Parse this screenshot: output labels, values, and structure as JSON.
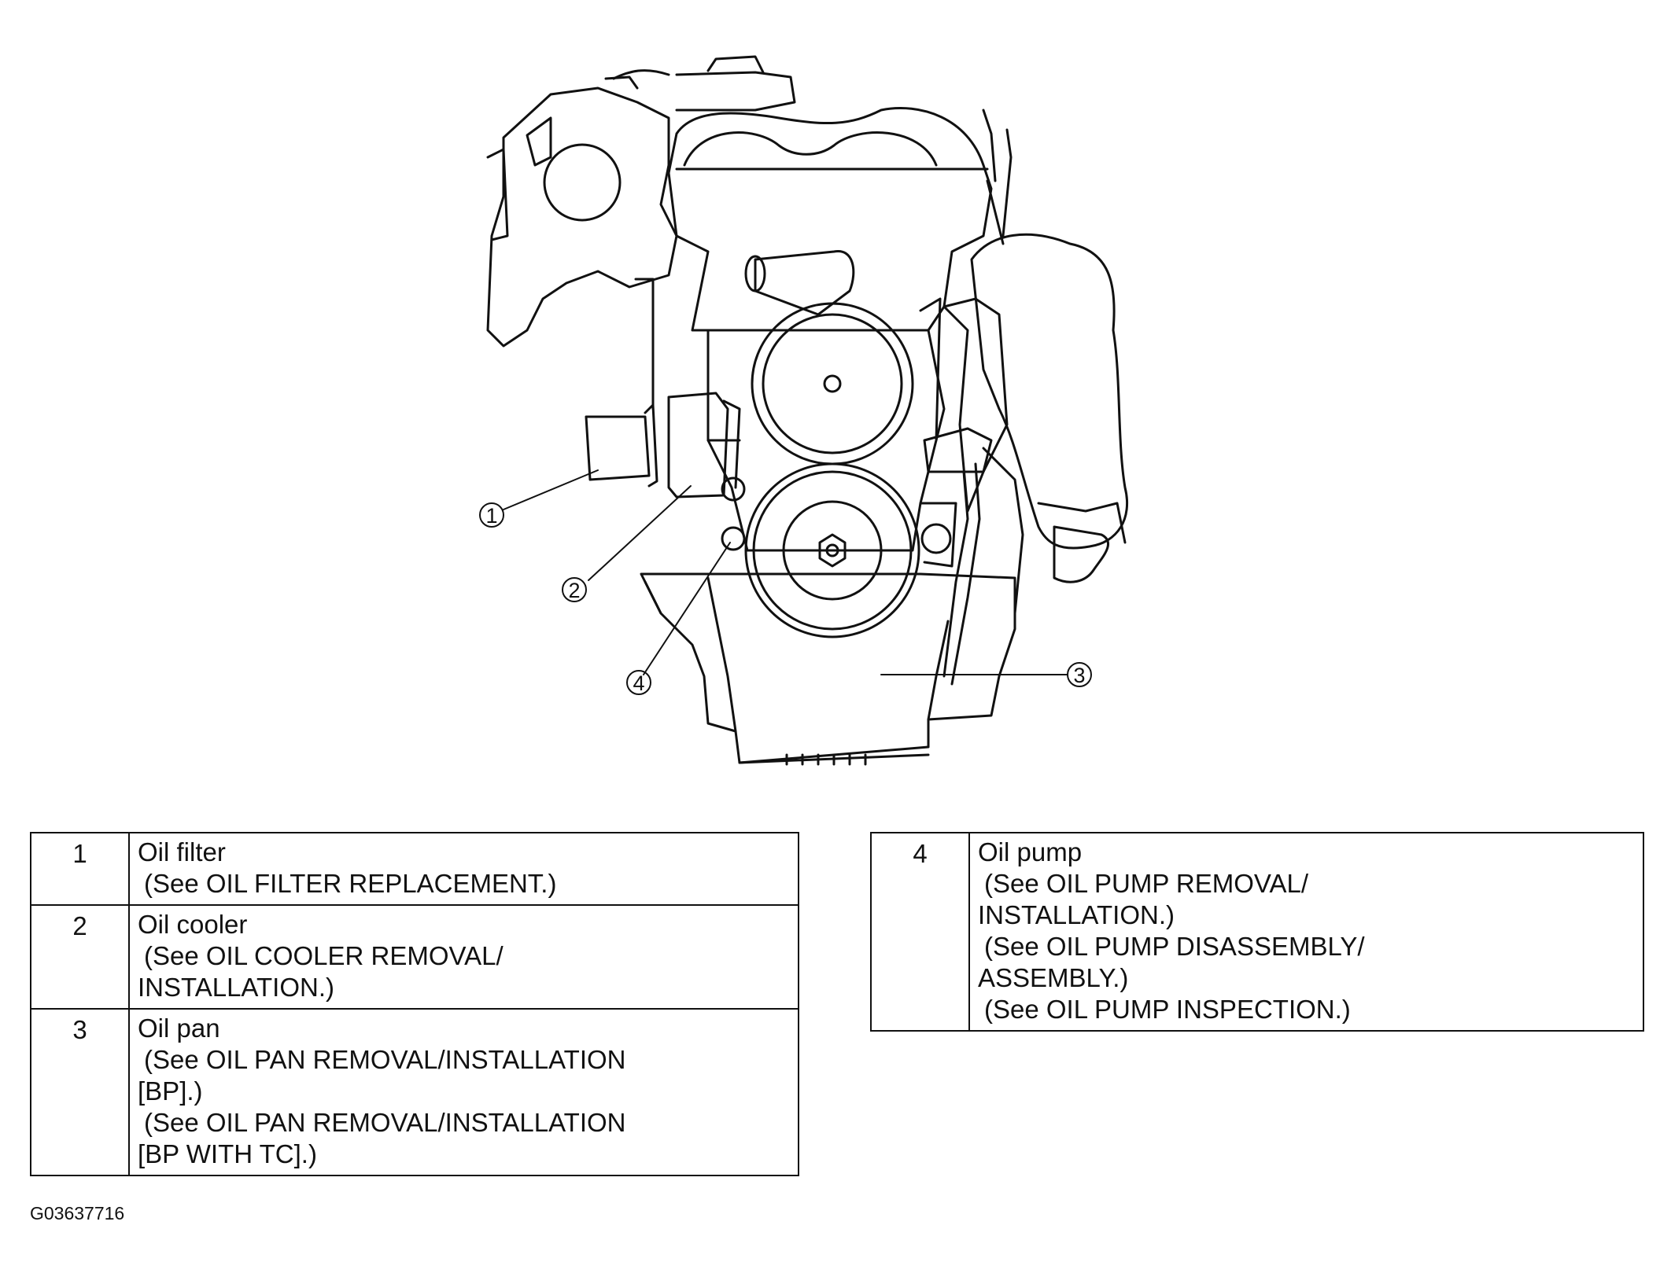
{
  "diagram": {
    "callouts": [
      "1",
      "2",
      "3",
      "4"
    ]
  },
  "legend": {
    "left": [
      {
        "num": "1",
        "name": "Oil filter",
        "refs": [
          "(See  OIL FILTER REPLACEMENT.)"
        ]
      },
      {
        "num": "2",
        "name": "Oil cooler",
        "refs": [
          "(See  OIL COOLER REMOVAL/",
          "INSTALLATION.)"
        ]
      },
      {
        "num": "3",
        "name": "Oil pan",
        "refs": [
          "(See OIL PAN REMOVAL/INSTALLATION",
          "[BP].)",
          "(See  OIL PAN REMOVAL/INSTALLATION",
          "[BP WITH TC].)"
        ]
      }
    ],
    "right": [
      {
        "num": "4",
        "name": "Oil pump",
        "refs": [
          "(See OIL PUMP REMOVAL/",
          "INSTALLATION.)",
          "(See  OIL PUMP DISASSEMBLY/",
          "ASSEMBLY.)",
          "(See  OIL PUMP INSPECTION.)"
        ]
      }
    ]
  },
  "figure_code": "G03637716"
}
